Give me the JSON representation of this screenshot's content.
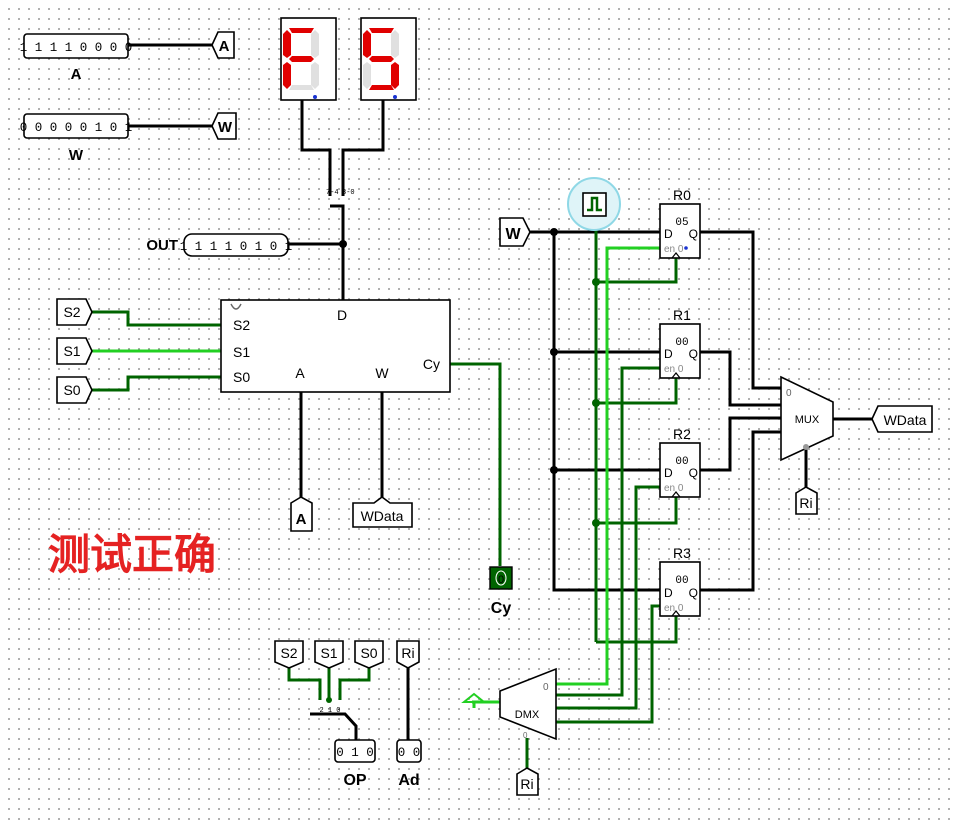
{
  "inputs_left": {
    "A_bits": "1 1 1 1 0 0 0 0",
    "A_label": "A",
    "A_tunnel": "A",
    "W_bits": "0 0 0 0 0 1 0 1",
    "W_label": "W",
    "W_tunnel": "W"
  },
  "out_probe": {
    "label": "OUT",
    "bits": "1 1 1 1 0 1 0 1"
  },
  "alu": {
    "pins": {
      "s2": "S2",
      "s1": "S1",
      "s0": "S0",
      "d": "D",
      "a": "A",
      "w": "W",
      "cy": "Cy"
    },
    "tunnels": {
      "s2": "S2",
      "s1": "S1",
      "s0": "S0",
      "a_bottom": "A",
      "w_bottom": "WData"
    }
  },
  "hex_displays": {
    "high": "F",
    "low": "5"
  },
  "splitter_labels": {
    "top": "7-4",
    "bottom": "3-0"
  },
  "cy_probe": {
    "value": "0",
    "label": "Cy"
  },
  "test_note": "测试正确",
  "registers": [
    {
      "name": "R0",
      "value": "05",
      "d": "D",
      "q": "Q",
      "en": "en 0"
    },
    {
      "name": "R1",
      "value": "00",
      "d": "D",
      "q": "Q",
      "en": "en 0"
    },
    {
      "name": "R2",
      "value": "00",
      "d": "D",
      "q": "Q",
      "en": "en 0"
    },
    {
      "name": "R3",
      "value": "00",
      "d": "D",
      "q": "Q",
      "en": "en 0"
    }
  ],
  "reg_w_tunnel": "W",
  "mux": {
    "label": "MUX",
    "sel_zero": "0",
    "sel_tunnel": "Ri",
    "out_tunnel": "WData"
  },
  "dmx": {
    "label": "DMX",
    "out_zero": "0",
    "sel_zero": "0",
    "sel_tunnel": "Ri"
  },
  "op_section": {
    "tunnels": [
      "S2",
      "S1",
      "S0"
    ],
    "splitter_marks": "2 1 0",
    "op_bits": "0 1 0",
    "op_label": "OP",
    "ri_tunnel": "Ri",
    "ad_bits": "0 0",
    "ad_label": "Ad"
  },
  "colors": {
    "wire_dark_green": "#006400",
    "wire_light_green": "#22d022",
    "wire_black": "#000000",
    "seven_seg_on": "#e00000",
    "seven_seg_off": "#e0e0e0",
    "note_red": "#e52222"
  }
}
